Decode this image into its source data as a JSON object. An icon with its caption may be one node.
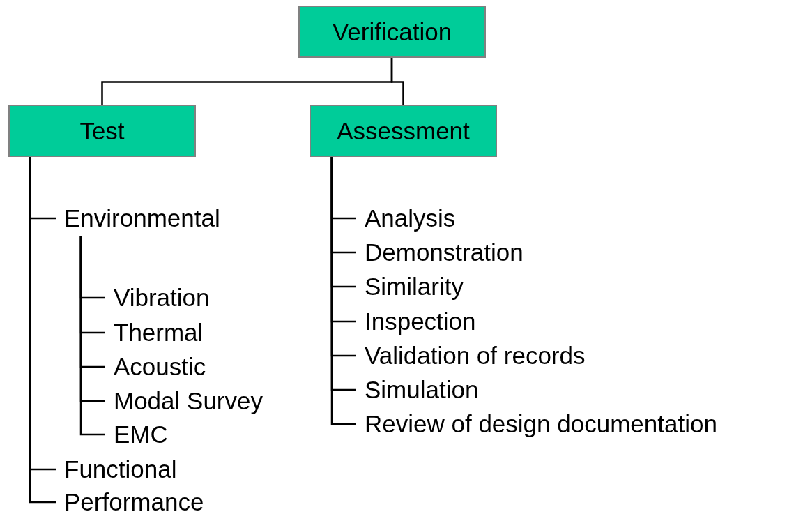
{
  "diagram": {
    "nodes": [
      {
        "text": [
          "Verification"
        ]
      },
      {
        "text": [
          "Test"
        ]
      },
      {
        "text": [
          "Assessment"
        ]
      },
      {
        "text": [
          "Environmental"
        ]
      },
      {
        "text": [
          "Vibration"
        ]
      },
      {
        "text": [
          "Thermal"
        ]
      },
      {
        "text": [
          "Acoustic"
        ]
      },
      {
        "text": [
          "Modal Survey"
        ]
      },
      {
        "text": [
          "EMC"
        ]
      },
      {
        "text": [
          "Functional"
        ]
      },
      {
        "text": [
          "Performance"
        ]
      },
      {
        "text": [
          "Analysis"
        ]
      },
      {
        "text": [
          "Demonstration"
        ]
      },
      {
        "text": [
          "Similarity"
        ]
      },
      {
        "text": [
          "Inspection"
        ]
      },
      {
        "text": [
          "Validation of records"
        ]
      },
      {
        "text": [
          "Simulation"
        ]
      },
      {
        "text": [
          "Review of design documentation"
        ]
      }
    ],
    "edges": [
      {
        "from": 0,
        "to": 1,
        "arrow": "none"
      },
      {
        "from": 0,
        "to": 2,
        "arrow": "none"
      },
      {
        "from": 1,
        "to": 3,
        "arrow": "none"
      },
      {
        "from": 3,
        "to": 4,
        "arrow": "none"
      },
      {
        "from": 3,
        "to": 5,
        "arrow": "none"
      },
      {
        "from": 3,
        "to": 6,
        "arrow": "none"
      },
      {
        "from": 3,
        "to": 7,
        "arrow": "none"
      },
      {
        "from": 3,
        "to": 8,
        "arrow": "none"
      },
      {
        "from": 1,
        "to": 9,
        "arrow": "none"
      },
      {
        "from": 1,
        "to": 10,
        "arrow": "none"
      },
      {
        "from": 2,
        "to": 11,
        "arrow": "none"
      },
      {
        "from": 2,
        "to": 12,
        "arrow": "none"
      },
      {
        "from": 2,
        "to": 13,
        "arrow": "none"
      },
      {
        "from": 2,
        "to": 14,
        "arrow": "none"
      },
      {
        "from": 2,
        "to": 15,
        "arrow": "none"
      },
      {
        "from": 2,
        "to": 16,
        "arrow": "none"
      },
      {
        "from": 2,
        "to": 17,
        "arrow": "none"
      }
    ]
  }
}
